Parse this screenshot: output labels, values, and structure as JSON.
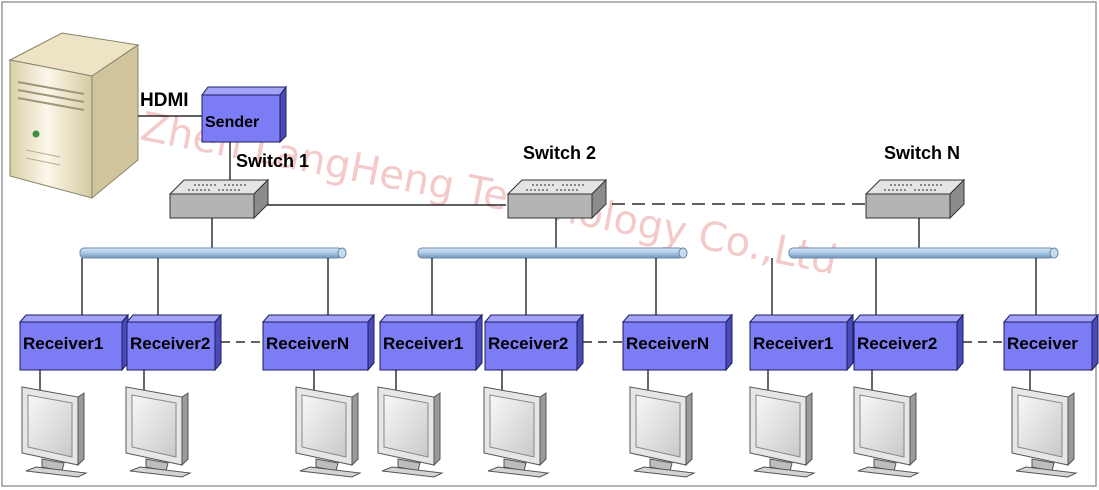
{
  "server": {
    "link_label": "HDMI",
    "icon": "server-tower-icon"
  },
  "sender": {
    "label": "Sender"
  },
  "switches": [
    {
      "label": "Switch 1"
    },
    {
      "label": "Switch 2"
    },
    {
      "label": "Switch N"
    }
  ],
  "groups": [
    {
      "receivers": [
        "Receiver1",
        "Receiver2",
        "ReceiverN"
      ]
    },
    {
      "receivers": [
        "Receiver1",
        "Receiver2",
        "ReceiverN"
      ]
    },
    {
      "receivers": [
        "Receiver1",
        "Receiver2",
        "Receiver"
      ]
    }
  ],
  "watermark": "ShenZhen LangHeng Technology Co.,Ltd",
  "colors": {
    "device_blue": "#7c7cf4",
    "device_blue_dark": "#4a4ab8",
    "switch_gray": "#b4b4b4",
    "bus_blue": "#a9c8e6",
    "watermark": "#f1b7b7"
  },
  "icons": {
    "monitor": "monitor-icon",
    "switch": "network-switch-icon"
  }
}
